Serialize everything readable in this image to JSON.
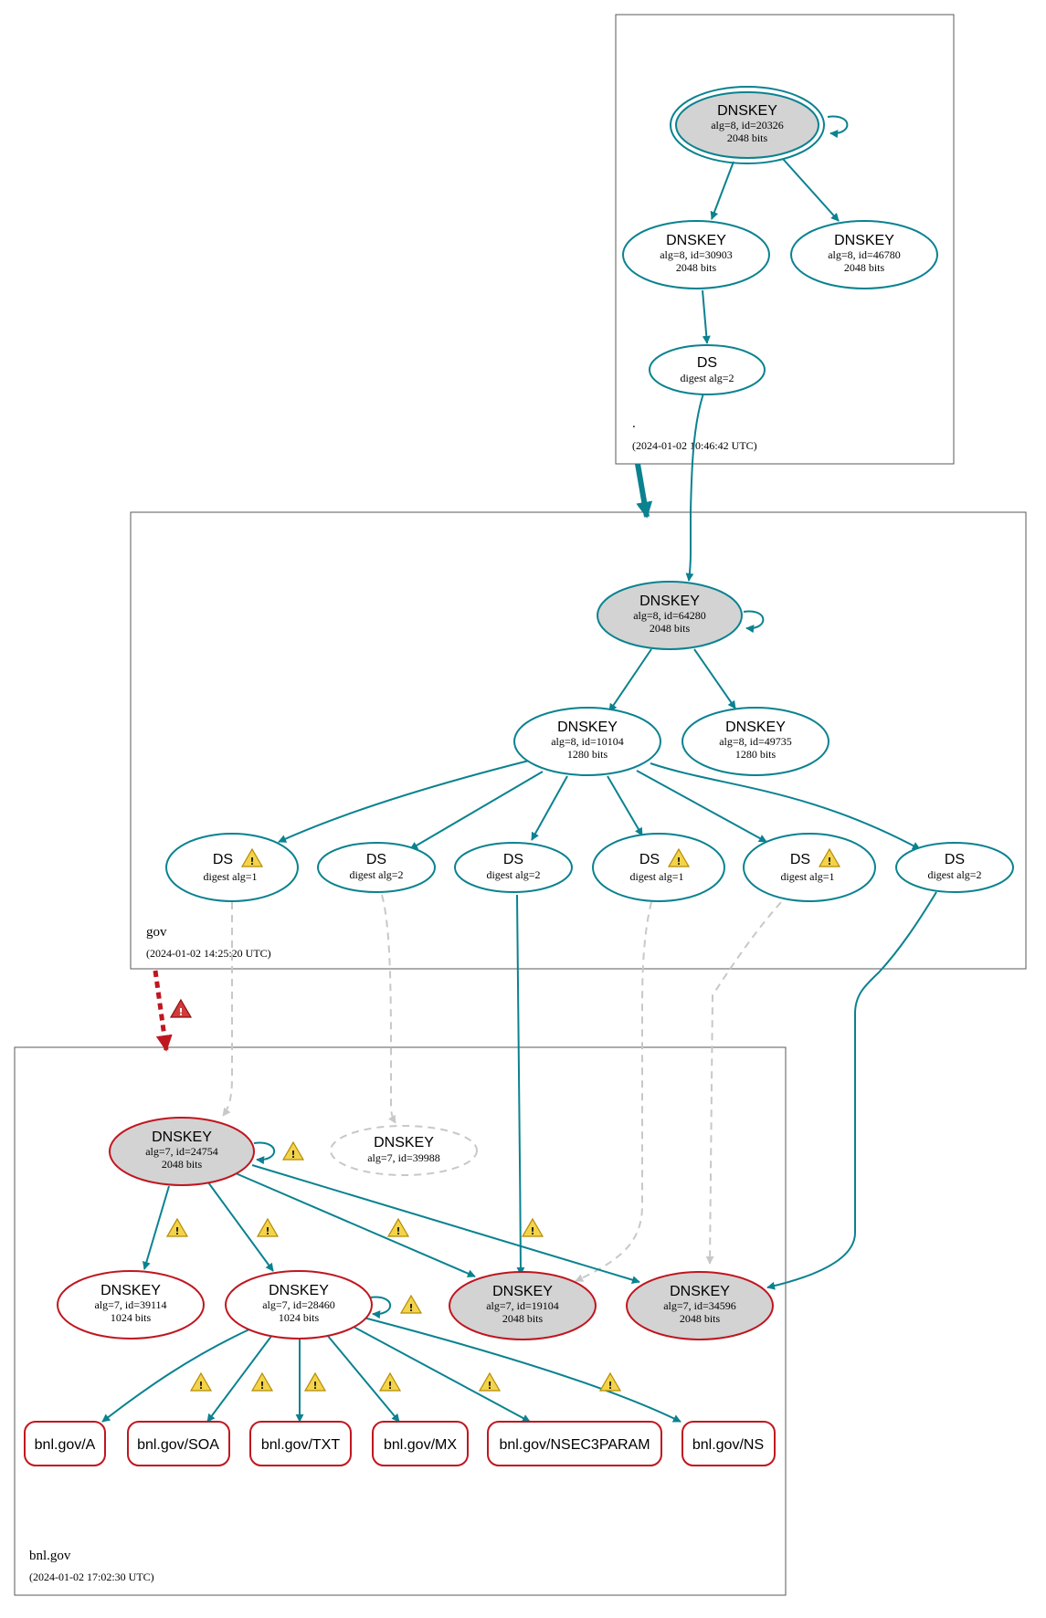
{
  "colors": {
    "teal": "#0a8290",
    "red": "#c0161f",
    "grey_dashed": "#c8c8c8",
    "key_fill": "#d3d3d3",
    "zone_border": "#5a5a5a",
    "warning_fill": "#f3d34a"
  },
  "icons": [
    "warning-icon",
    "error-icon"
  ],
  "zones": {
    "root": {
      "name": ".",
      "timestamp": "(2024-01-02 10:46:42 UTC)"
    },
    "gov": {
      "name": "gov",
      "timestamp": "(2024-01-02 14:25:20 UTC)"
    },
    "bnl": {
      "name": "bnl.gov",
      "timestamp": "(2024-01-02 17:02:30 UTC)"
    }
  },
  "nodes": {
    "root_ksk": {
      "type": "DNSKEY",
      "line1": "alg=8, id=20326",
      "line2": "2048 bits"
    },
    "root_zsk1": {
      "type": "DNSKEY",
      "line1": "alg=8, id=30903",
      "line2": "2048 bits"
    },
    "root_zsk2": {
      "type": "DNSKEY",
      "line1": "alg=8, id=46780",
      "line2": "2048 bits"
    },
    "root_ds": {
      "type": "DS",
      "line1": "digest alg=2"
    },
    "gov_ksk": {
      "type": "DNSKEY",
      "line1": "alg=8, id=64280",
      "line2": "2048 bits"
    },
    "gov_zsk1": {
      "type": "DNSKEY",
      "line1": "alg=8, id=10104",
      "line2": "1280 bits"
    },
    "gov_zsk2": {
      "type": "DNSKEY",
      "line1": "alg=8, id=49735",
      "line2": "1280 bits"
    },
    "gov_ds1": {
      "type": "DS",
      "line1": "digest alg=1"
    },
    "gov_ds2": {
      "type": "DS",
      "line1": "digest alg=2"
    },
    "gov_ds3": {
      "type": "DS",
      "line1": "digest alg=2"
    },
    "gov_ds4": {
      "type": "DS",
      "line1": "digest alg=1"
    },
    "gov_ds5": {
      "type": "DS",
      "line1": "digest alg=1"
    },
    "gov_ds6": {
      "type": "DS",
      "line1": "digest alg=2"
    },
    "bnl_key24754": {
      "type": "DNSKEY",
      "line1": "alg=7, id=24754",
      "line2": "2048 bits"
    },
    "bnl_key39988": {
      "type": "DNSKEY",
      "line1": "alg=7, id=39988"
    },
    "bnl_key39114": {
      "type": "DNSKEY",
      "line1": "alg=7, id=39114",
      "line2": "1024 bits"
    },
    "bnl_key28460": {
      "type": "DNSKEY",
      "line1": "alg=7, id=28460",
      "line2": "1024 bits"
    },
    "bnl_key19104": {
      "type": "DNSKEY",
      "line1": "alg=7, id=19104",
      "line2": "2048 bits"
    },
    "bnl_key34596": {
      "type": "DNSKEY",
      "line1": "alg=7, id=34596",
      "line2": "2048 bits"
    }
  },
  "records": {
    "a": "bnl.gov/A",
    "soa": "bnl.gov/SOA",
    "txt": "bnl.gov/TXT",
    "mx": "bnl.gov/MX",
    "nsec3param": "bnl.gov/NSEC3PARAM",
    "ns": "bnl.gov/NS"
  }
}
